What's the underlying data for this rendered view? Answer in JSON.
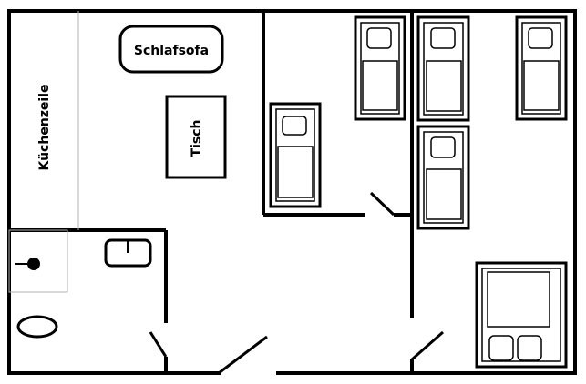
{
  "labels": {
    "sofa": "Schlafsofa",
    "table": "Tisch",
    "kitchen": "Küchenzeile"
  }
}
